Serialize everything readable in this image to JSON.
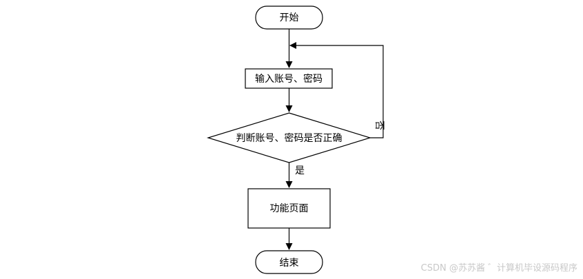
{
  "flowchart": {
    "nodes": {
      "start": "开始",
      "input": "输入账号、密码",
      "decision": "判断账号、密码是否正确",
      "function_page": "功能页面",
      "end": "结束"
    },
    "edge_labels": {
      "no": "否",
      "yes": "是"
    }
  },
  "watermark": "CSDN @苏苏酱 ゛计算机毕设源码程序"
}
